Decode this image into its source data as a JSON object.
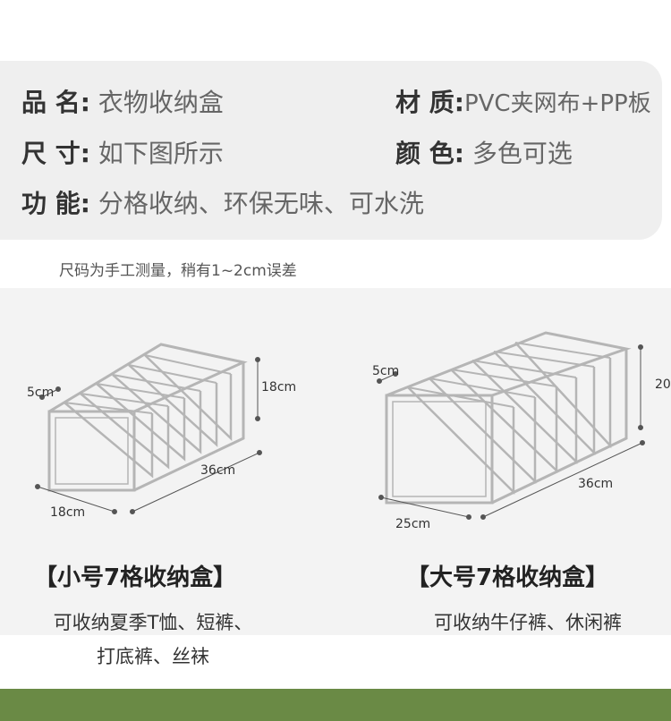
{
  "specs": {
    "name_label": "品 名:",
    "name_value": "衣物收纳盒",
    "material_label": "材 质:",
    "material_value": "PVC夹网布+PP板",
    "size_label": "尺 寸:",
    "size_value": "如下图所示",
    "color_label": "颜 色:",
    "color_value": "多色可选",
    "function_label": "功 能:",
    "function_value": "分格收纳、环保无味、可水洗"
  },
  "note": "尺码为手工测量，稍有1~2cm误差",
  "small_box": {
    "dim_top": "5cm",
    "dim_height": "18cm",
    "dim_length": "36cm",
    "dim_width": "18cm",
    "title": "【小号7格收纳盒】",
    "desc_line1": "可收纳夏季T恤、短裤、",
    "desc_line2": "打底裤、丝袜"
  },
  "large_box": {
    "dim_top": "5cm",
    "dim_height": "20",
    "dim_length": "36cm",
    "dim_width": "25cm",
    "title": "【大号7格收纳盒】",
    "desc_line1": "可收纳牛仔裤、休闲裤"
  },
  "colors": {
    "panel_bg": "#efefef",
    "diagram_bg": "#f3f3f3",
    "band": "#6a8a45",
    "box_stroke": "#b5b5b5"
  }
}
